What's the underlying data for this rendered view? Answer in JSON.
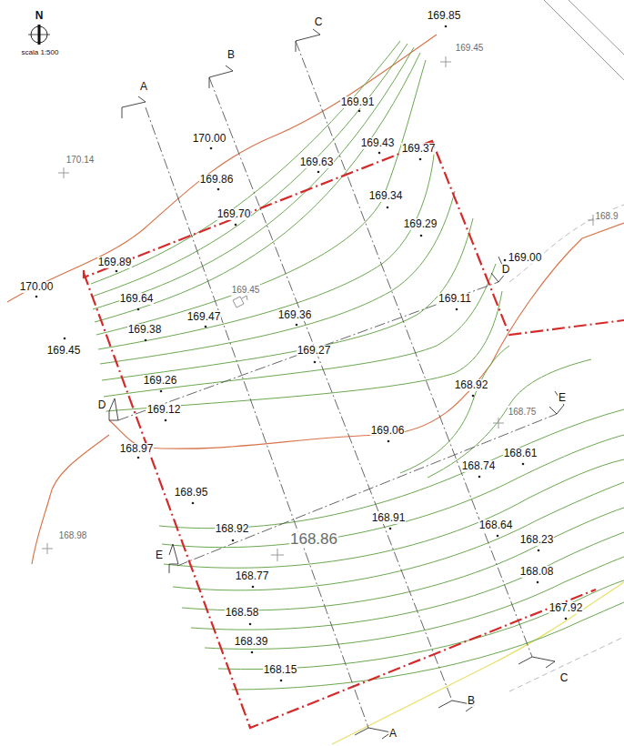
{
  "diagram": {
    "labels": [
      "N",
      "scala 1:500",
      "A",
      "B",
      "C",
      "D",
      "D",
      "E",
      "E",
      "A",
      "B",
      "C",
      "169.85",
      "169.45",
      "169.91",
      "170.00",
      "170.14",
      "169.43",
      "169.37",
      "169.63",
      "169.86",
      "169.34",
      "169.70",
      "169.29",
      "168.9",
      "169.89",
      "169.00",
      "170.00",
      "169.64",
      "169.45",
      "169.47",
      "169.36",
      "169.11",
      "169.38",
      "169.27",
      "169.45",
      "169.26",
      "168.92",
      "169.12",
      "168.75",
      "169.06",
      "168.97",
      "168.61",
      "168.95",
      "168.74",
      "168.91",
      "168.64",
      "168.92",
      "168.86",
      "168.23",
      "168.98",
      "168.08",
      "168.77",
      "168.58",
      "167.92",
      "168.39",
      "168.15"
    ]
  }
}
